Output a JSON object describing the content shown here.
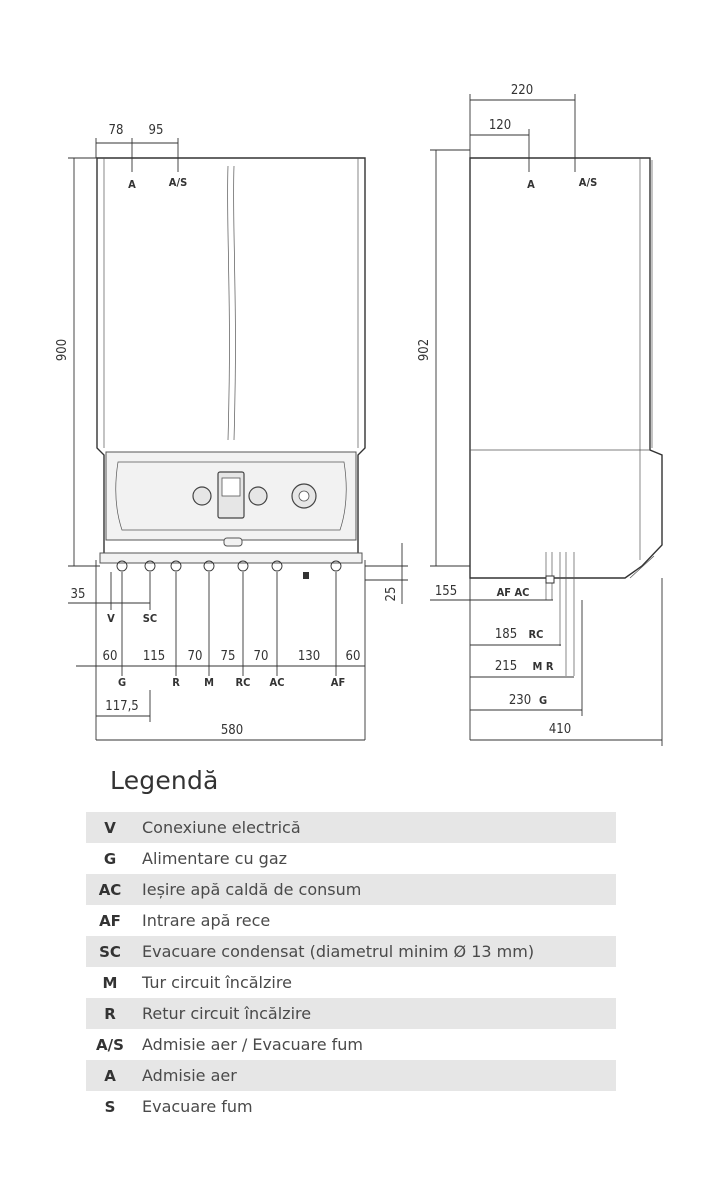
{
  "front_view": {
    "top_dims": [
      "78",
      "95"
    ],
    "top_codes": [
      "A",
      "A/S"
    ],
    "height": "900",
    "left_dim": "35",
    "upper_codes": [
      "V",
      "SC"
    ],
    "right_dim": "25",
    "bottom_dims": [
      "60",
      "115",
      "70",
      "75",
      "70",
      "130",
      "60"
    ],
    "bottom_codes": [
      "G",
      "R",
      "M",
      "RC",
      "AC",
      "AF"
    ],
    "offset": "117,5",
    "width": "580"
  },
  "side_view": {
    "top_dims": [
      "220",
      "120"
    ],
    "top_codes": [
      "A",
      "A/S"
    ],
    "height": "902",
    "dim_155": "155",
    "codes_155": "AF  AC",
    "dim_185": "185",
    "code_185": "RC",
    "dim_215": "215",
    "code_215": "M  R",
    "dim_230": "230",
    "code_230": "G",
    "depth": "410"
  },
  "legend": {
    "title": "Legendă",
    "items": [
      {
        "code": "V",
        "desc": "Conexiune electrică"
      },
      {
        "code": "G",
        "desc": "Alimentare cu gaz"
      },
      {
        "code": "AC",
        "desc": "Ieșire apă caldă de consum"
      },
      {
        "code": "AF",
        "desc": "Intrare apă rece"
      },
      {
        "code": "SC",
        "desc": "Evacuare condensat (diametrul minim Ø 13 mm)"
      },
      {
        "code": "M",
        "desc": "Tur circuit încălzire"
      },
      {
        "code": "R",
        "desc": "Retur circuit încălzire"
      },
      {
        "code": "A/S",
        "desc": "Admisie aer / Evacuare fum"
      },
      {
        "code": "A",
        "desc": "Admisie aer"
      },
      {
        "code": "S",
        "desc": "Evacuare fum"
      }
    ]
  }
}
